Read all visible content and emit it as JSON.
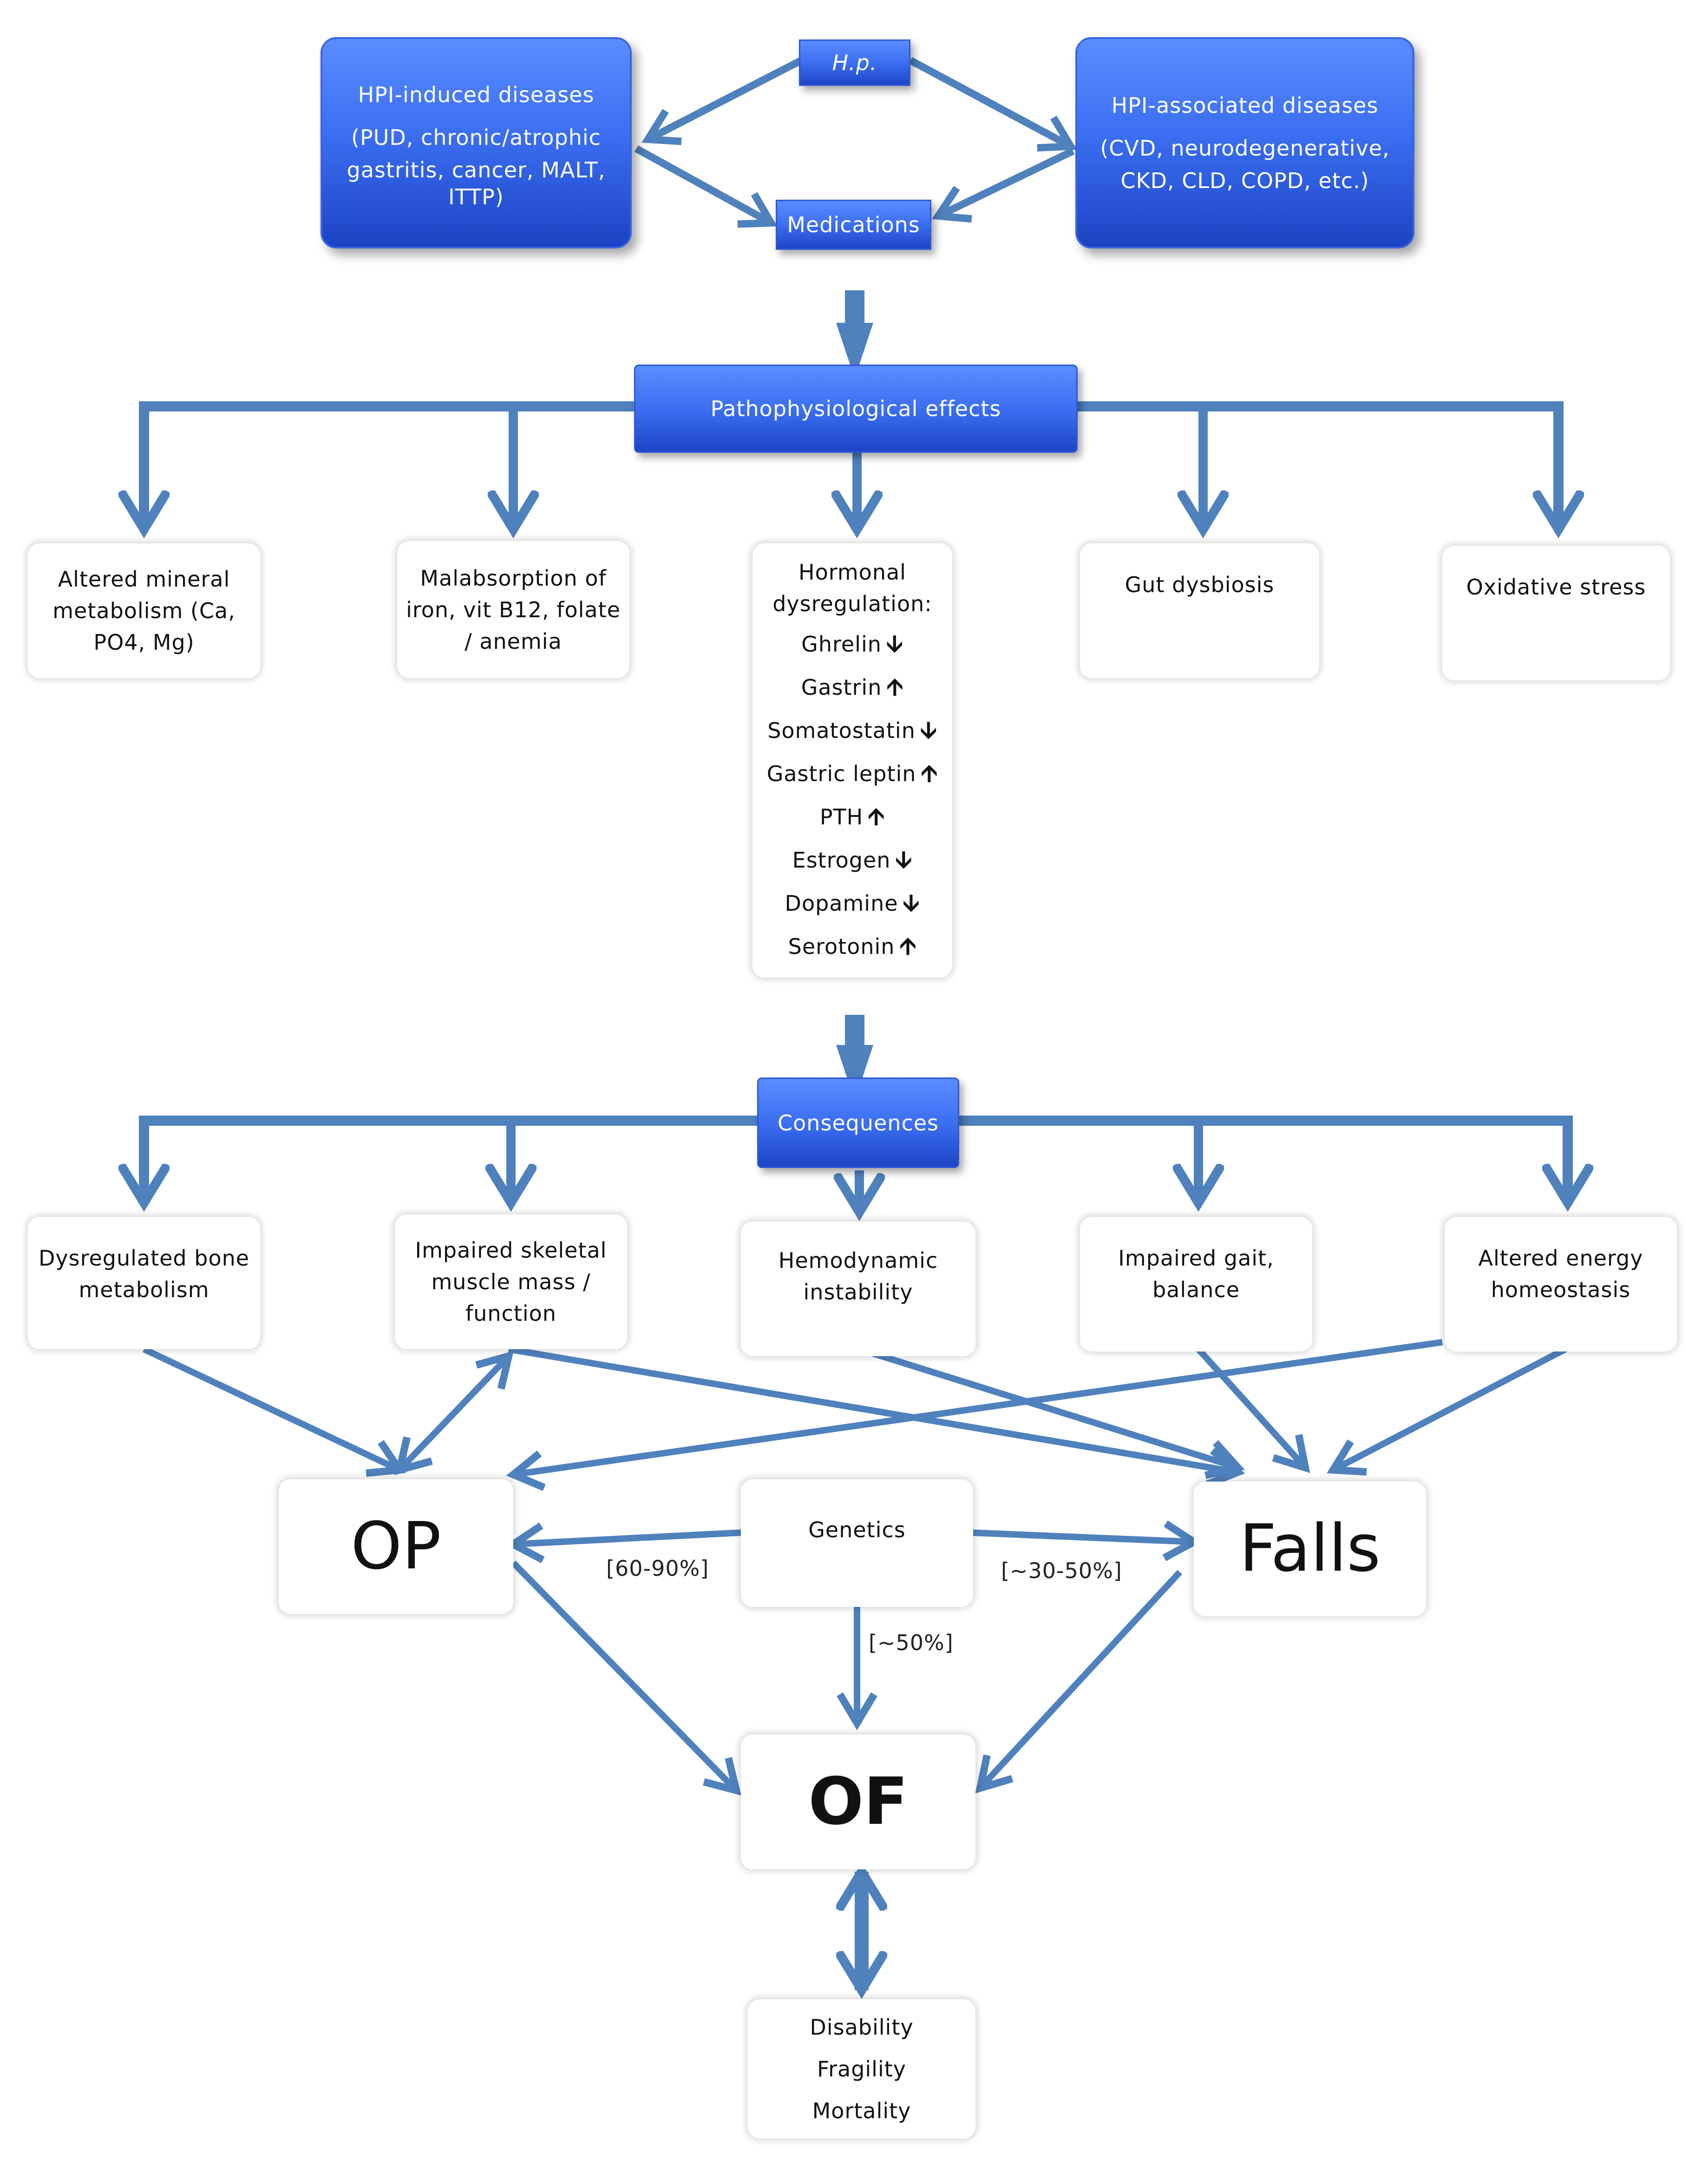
{
  "top": {
    "hp": "H.p.",
    "medications": "Medications",
    "hpi_induced": {
      "title": "HPI-induced diseases",
      "lines": [
        "(PUD, chronic/atrophic",
        "gastritis, cancer, MALT,",
        "ITTP)"
      ]
    },
    "hpi_associated": {
      "title": "HPI-associated diseases",
      "lines": [
        "(CVD, neurodegenerative,",
        "CKD, CLD, COPD, etc.)"
      ]
    }
  },
  "pathophysiological": {
    "title": "Pathophysiological effects",
    "effects": [
      {
        "lines": [
          "Altered mineral",
          "metabolism (Ca,",
          "PO4, Mg)"
        ]
      },
      {
        "lines": [
          "Malabsorption of",
          "iron, vit B12, folate",
          "/ anemia"
        ]
      },
      {
        "lines": [
          "Hormonal",
          "dysregulation:"
        ]
      },
      {
        "lines": [
          "Gut dysbiosis"
        ]
      },
      {
        "lines": [
          "Oxidative stress"
        ]
      }
    ],
    "hormones": [
      {
        "name": "Ghrelin",
        "direction": "down",
        "symbol": "🡫"
      },
      {
        "name": "Gastrin",
        "direction": "up",
        "symbol": "🡩"
      },
      {
        "name": "Somatostatin",
        "direction": "down",
        "symbol": "🡫"
      },
      {
        "name": "Gastric leptin",
        "direction": "up",
        "symbol": "🡩"
      },
      {
        "name": "PTH",
        "direction": "up",
        "symbol": "🡩"
      },
      {
        "name": "Estrogen",
        "direction": "down",
        "symbol": "🡫"
      },
      {
        "name": "Dopamine",
        "direction": "down",
        "symbol": "🡫"
      },
      {
        "name": "Serotonin",
        "direction": "up",
        "symbol": "🡩"
      }
    ]
  },
  "consequences": {
    "title": "Consequences",
    "items": [
      {
        "lines": [
          "Dysregulated bone",
          "metabolism"
        ]
      },
      {
        "lines": [
          "Impaired skeletal",
          "muscle mass /",
          "function"
        ]
      },
      {
        "lines": [
          "Hemodynamic",
          "instability"
        ]
      },
      {
        "lines": [
          "Impaired gait,",
          "balance"
        ]
      },
      {
        "lines": [
          "Altered energy",
          "homeostasis"
        ]
      }
    ]
  },
  "outcomes": {
    "op": "OP",
    "falls": "Falls",
    "genetics": "Genetics",
    "of": "OF",
    "op_heritability": "[60-90%]",
    "falls_heritability": "[~30-50%]",
    "of_heritability": "[~50%]",
    "final": [
      "Disability",
      "Fragility",
      "Mortality"
    ]
  },
  "colors": {
    "arrow": "#4f81bd",
    "box_blue": "#3c6ff2",
    "box_white": "#ffffff"
  }
}
